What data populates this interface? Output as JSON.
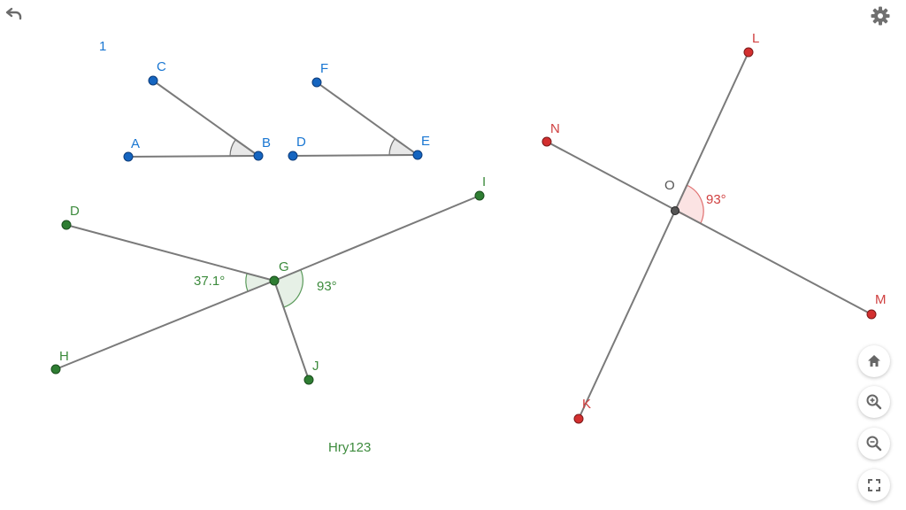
{
  "toolbar": {
    "undo_icon": "undo-icon",
    "settings_icon": "gear-icon"
  },
  "side_buttons": [
    {
      "name": "home-button",
      "icon": "home-icon"
    },
    {
      "name": "zoom-in-button",
      "icon": "zoom-in-icon"
    },
    {
      "name": "zoom-out-button",
      "icon": "zoom-out-icon"
    },
    {
      "name": "fullscreen-button",
      "icon": "fullscreen-icon"
    }
  ],
  "canvas_texts": {
    "number_label": "1",
    "caption": "Hry123"
  },
  "angle_labels": {
    "dgh": "37.1°",
    "igj": "93°",
    "lom": "93°"
  },
  "points": {
    "A": "A",
    "B": "B",
    "C": "C",
    "D1": "D",
    "E": "E",
    "F": "F",
    "D": "D",
    "G": "G",
    "H": "H",
    "I": "I",
    "J": "J",
    "K": "K",
    "L": "L",
    "M": "M",
    "N": "N",
    "O": "O"
  },
  "colors": {
    "blue": "#1565c0",
    "green": "#2e7d32",
    "red": "#d32f2f",
    "segment": "#7a7a7a",
    "label_blue": "#1976d2",
    "label_green": "#3d8b3d",
    "label_red": "#d04040"
  }
}
